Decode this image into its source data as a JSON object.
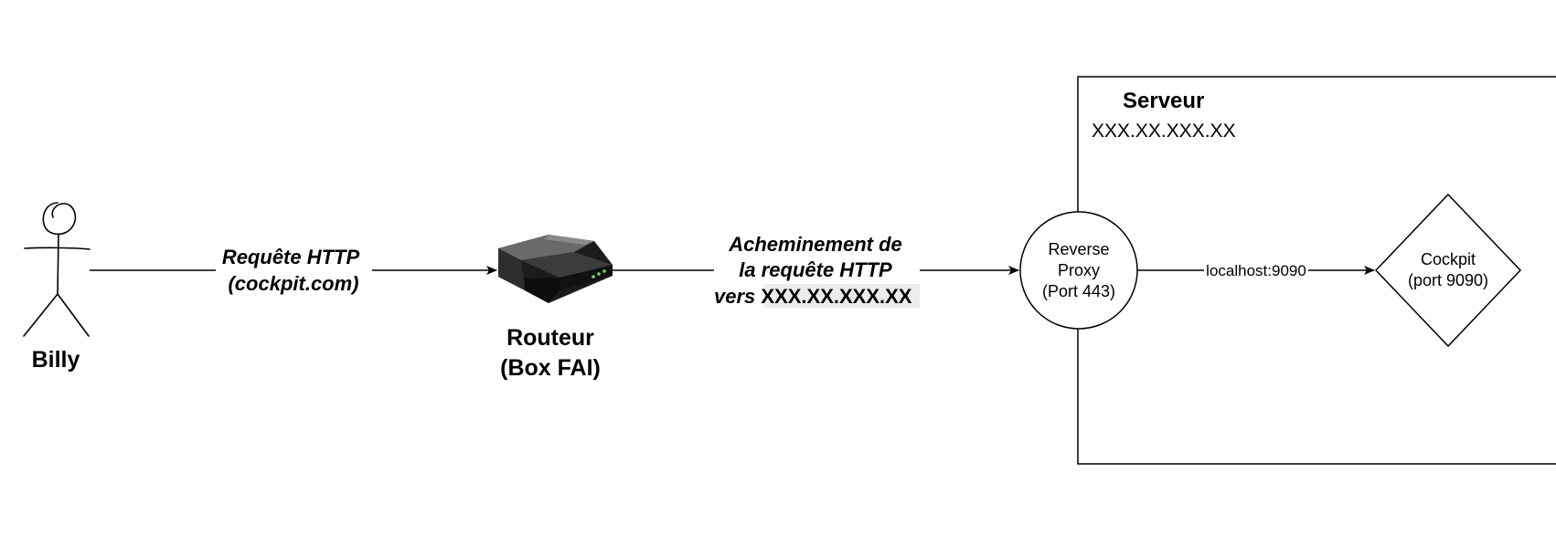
{
  "actor": {
    "name": "Billy"
  },
  "edges": {
    "http_request": {
      "line1": "Requête HTTP",
      "line2": "(cockpit.com)"
    },
    "routing": {
      "line1": "Acheminement de",
      "line2": "la requête HTTP",
      "line3_prefix": "vers ",
      "line3_ip": "XXX.XX.XXX.XX"
    },
    "localhost": {
      "label": "localhost:9090"
    }
  },
  "router": {
    "line1": "Routeur",
    "line2": "(Box FAI)",
    "icon": "router-icon"
  },
  "server": {
    "title": "Serveur",
    "ip": "XXX.XX.XXX.XX"
  },
  "reverse_proxy": {
    "line1": "Reverse",
    "line2": "Proxy",
    "line3": "(Port 443)"
  },
  "cockpit": {
    "line1": "Cockpit",
    "line2": "(port 9090)"
  },
  "colors": {
    "stroke": "#000000",
    "ip_highlight": "#ececec",
    "router_body": "#2b2b2b",
    "router_top": "#5c5c5c",
    "router_led": "#7fd36a"
  }
}
